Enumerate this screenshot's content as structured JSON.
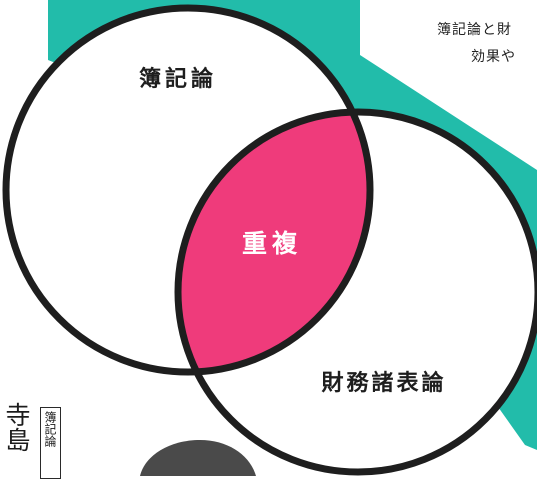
{
  "diagram": {
    "circle_left_label": "簿記論",
    "circle_right_label": "財務諸表論",
    "overlap_label": "重複"
  },
  "caption": {
    "line1": "簿記論と財",
    "line2": "効果や"
  },
  "person": {
    "name": "寺島",
    "subject_tag": "簿記論"
  },
  "colors": {
    "teal": "#22bcaa",
    "overlap": "#ef3b7b",
    "outline": "#1e1e1e",
    "text": "#222222"
  }
}
